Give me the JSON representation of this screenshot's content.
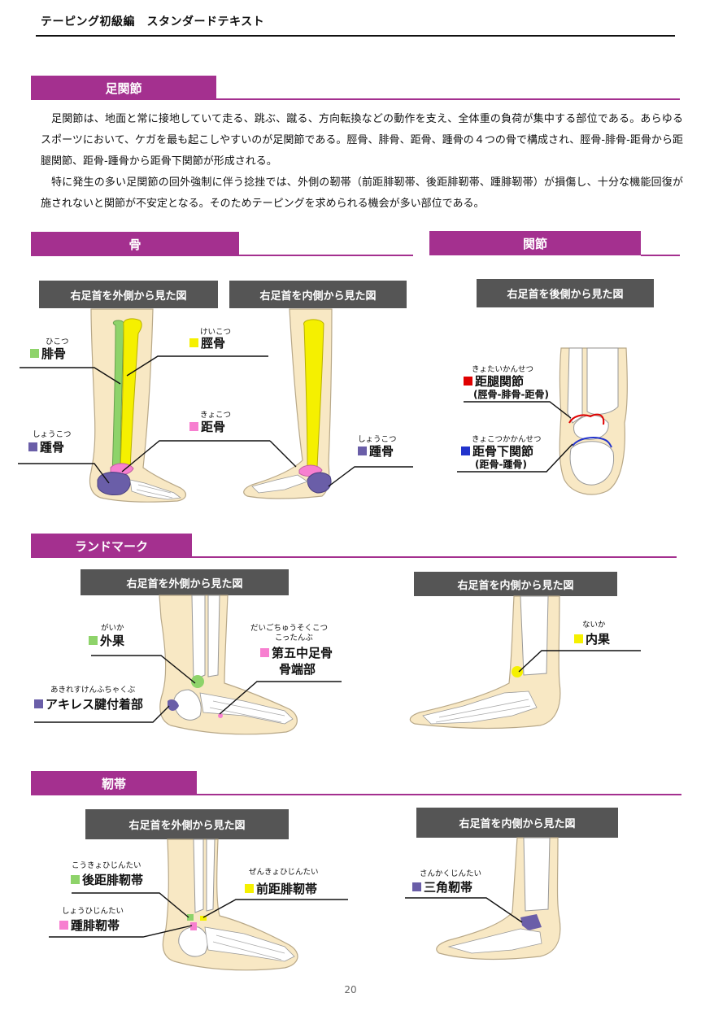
{
  "header": {
    "running_title": "テーピング初級編　スタンダードテキスト"
  },
  "section_ankle": {
    "title": "足関節",
    "paragraphs": [
      "足関節は、地面と常に接地していて走る、跳ぶ、蹴る、方向転換などの動作を支え、全体重の負荷が集中する部位である。あらゆるスポーツにおいて、ケガを最も起こしやすいのが足関節である。脛骨、腓骨、距骨、踵骨の４つの骨で構成され、脛骨-腓骨-距骨から距腿関節、距骨-踵骨から距骨下関節が形成される。",
      "特に発生の多い足関節の回外強制に伴う捻挫では、外側の靭帯（前距腓靭帯、後距腓靭帯、踵腓靭帯）が損傷し、十分な機能回復が施されないと関節が不安定となる。そのためテーピングを求められる機会が多い部位である。"
    ]
  },
  "section_bones": {
    "title": "骨",
    "caption_outer": "右足首を外側から見た図",
    "caption_inner": "右足首を内側から見た図",
    "labels": {
      "fibula": {
        "ruby": "ひこつ",
        "text": "腓骨"
      },
      "tibia": {
        "ruby": "けいこつ",
        "text": "脛骨"
      },
      "talus": {
        "ruby": "きょこつ",
        "text": "距骨"
      },
      "calcaneus_left": {
        "ruby": "しょうこつ",
        "text": "踵骨"
      },
      "calcaneus_right": {
        "ruby": "しょうこつ",
        "text": "踵骨"
      }
    }
  },
  "section_joints": {
    "title": "関節",
    "caption_back": "右足首を後側から見た図",
    "labels": {
      "talocrural": {
        "ruby": "きょたいかんせつ",
        "text": "距腿関節",
        "sub": "(脛骨-腓骨-距骨)"
      },
      "subtalar": {
        "ruby": "きょこつかかんせつ",
        "text": "距骨下関節",
        "sub": "(距骨-踵骨)"
      }
    }
  },
  "section_landmarks": {
    "title": "ランドマーク",
    "caption_outer": "右足首を外側から見た図",
    "caption_inner": "右足首を内側から見た図",
    "labels": {
      "lateral_malleolus": {
        "ruby": "がいか",
        "text": "外果"
      },
      "fifth_metatarsal": {
        "ruby1": "だいごちゅうそくこつ",
        "ruby2": "こったんぶ",
        "text1": "第五中足骨",
        "text2": "骨端部"
      },
      "achilles": {
        "ruby": "あきれすけんふちゃくぶ",
        "text": "アキレス腱付着部"
      },
      "medial_malleolus": {
        "ruby": "ないか",
        "text": "内果"
      }
    }
  },
  "section_ligaments": {
    "title": "靭帯",
    "caption_outer": "右足首を外側から見た図",
    "caption_inner": "右足首を内側から見た図",
    "labels": {
      "ptfl": {
        "ruby": "こうきょひじんたい",
        "text": "後距腓靭帯"
      },
      "atfl": {
        "ruby": "ぜんきょひじんたい",
        "text": "前距腓靭帯"
      },
      "cfl": {
        "ruby": "しょうひじんたい",
        "text": "踵腓靭帯"
      },
      "deltoid": {
        "ruby": "さんかくじんたい",
        "text": "三角靭帯"
      }
    }
  },
  "colors": {
    "accent": "#a4308f",
    "green": "#8ed36a",
    "yellow": "#f5f000",
    "pink": "#f77fd0",
    "purple": "#6a5ea8",
    "red": "#e00000",
    "blue": "#2233cc",
    "skin": "#f8e8c4"
  },
  "footer": {
    "page_number": "20"
  }
}
